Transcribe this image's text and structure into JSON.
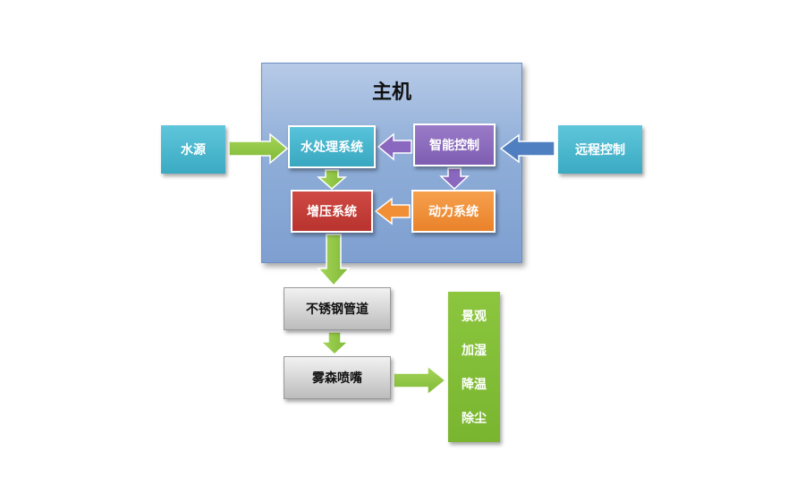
{
  "host": {
    "title": "主机"
  },
  "nodes": {
    "water_source": "水源",
    "water_treatment": "水处理系统",
    "smart_control": "智能控制",
    "remote_control": "远程控制",
    "pressurization": "增压系统",
    "power_system": "动力系统",
    "stainless_pipe": "不锈钢管道",
    "mist_nozzle": "雾森喷嘴"
  },
  "effects": [
    "景观",
    "加湿",
    "降温",
    "除尘"
  ],
  "colors": {
    "host_bg": "#8faed8",
    "cyan": "#3aaac2",
    "purple": "#7e5db2",
    "red": "#b8332e",
    "orange": "#e9822a",
    "green": "#8cc63f",
    "blue_arrow": "#4f7fc0",
    "gray": "#bcbcbc"
  }
}
